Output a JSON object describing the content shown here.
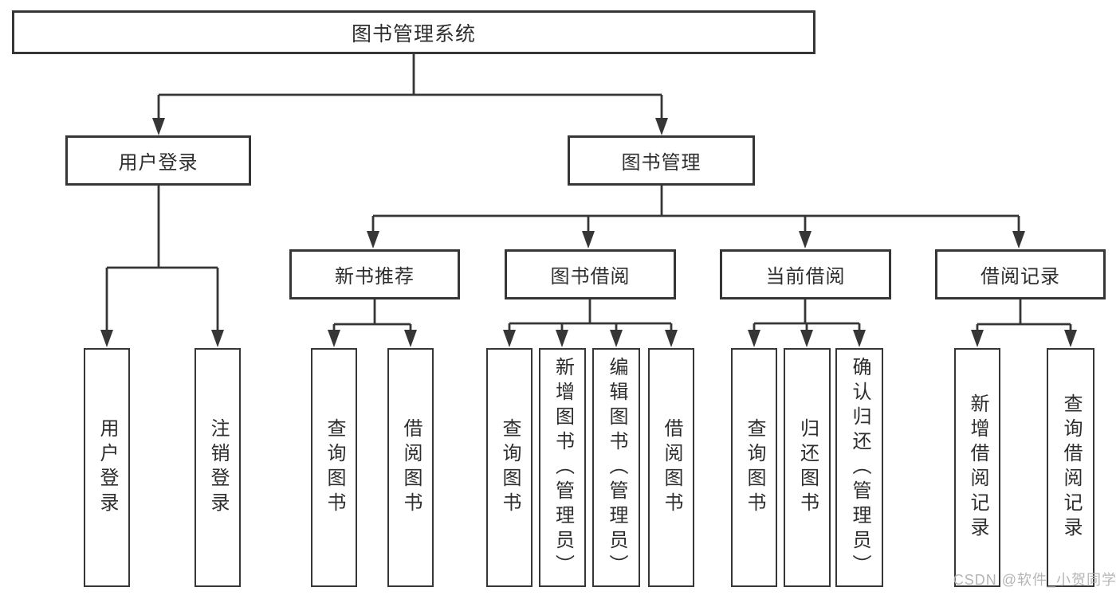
{
  "diagram": {
    "root": {
      "label": "图书管理系统"
    },
    "branches": [
      {
        "label": "用户登录",
        "leaves": [
          "用户登录",
          "注销登录"
        ]
      },
      {
        "label": "图书管理",
        "children": [
          {
            "label": "新书推荐",
            "leaves": [
              "查询图书",
              "借阅图书"
            ]
          },
          {
            "label": "图书借阅",
            "leaves": [
              "查询图书",
              "新增图书（管理员）",
              "编辑图书（管理员）",
              "借阅图书"
            ]
          },
          {
            "label": "当前借阅",
            "leaves": [
              "查询图书",
              "归还图书",
              "确认归还（管理员）"
            ]
          },
          {
            "label": "借阅记录",
            "leaves": [
              "新增借阅记录",
              "查询借阅记录"
            ]
          }
        ]
      }
    ]
  },
  "watermark": {
    "text": "CSDN @软件_小贺同学"
  },
  "colors": {
    "line": "#363636",
    "box_border": "#363636",
    "text": "#2e2e2e",
    "watermark": "#b5b5b5",
    "background": "#ffffff"
  }
}
